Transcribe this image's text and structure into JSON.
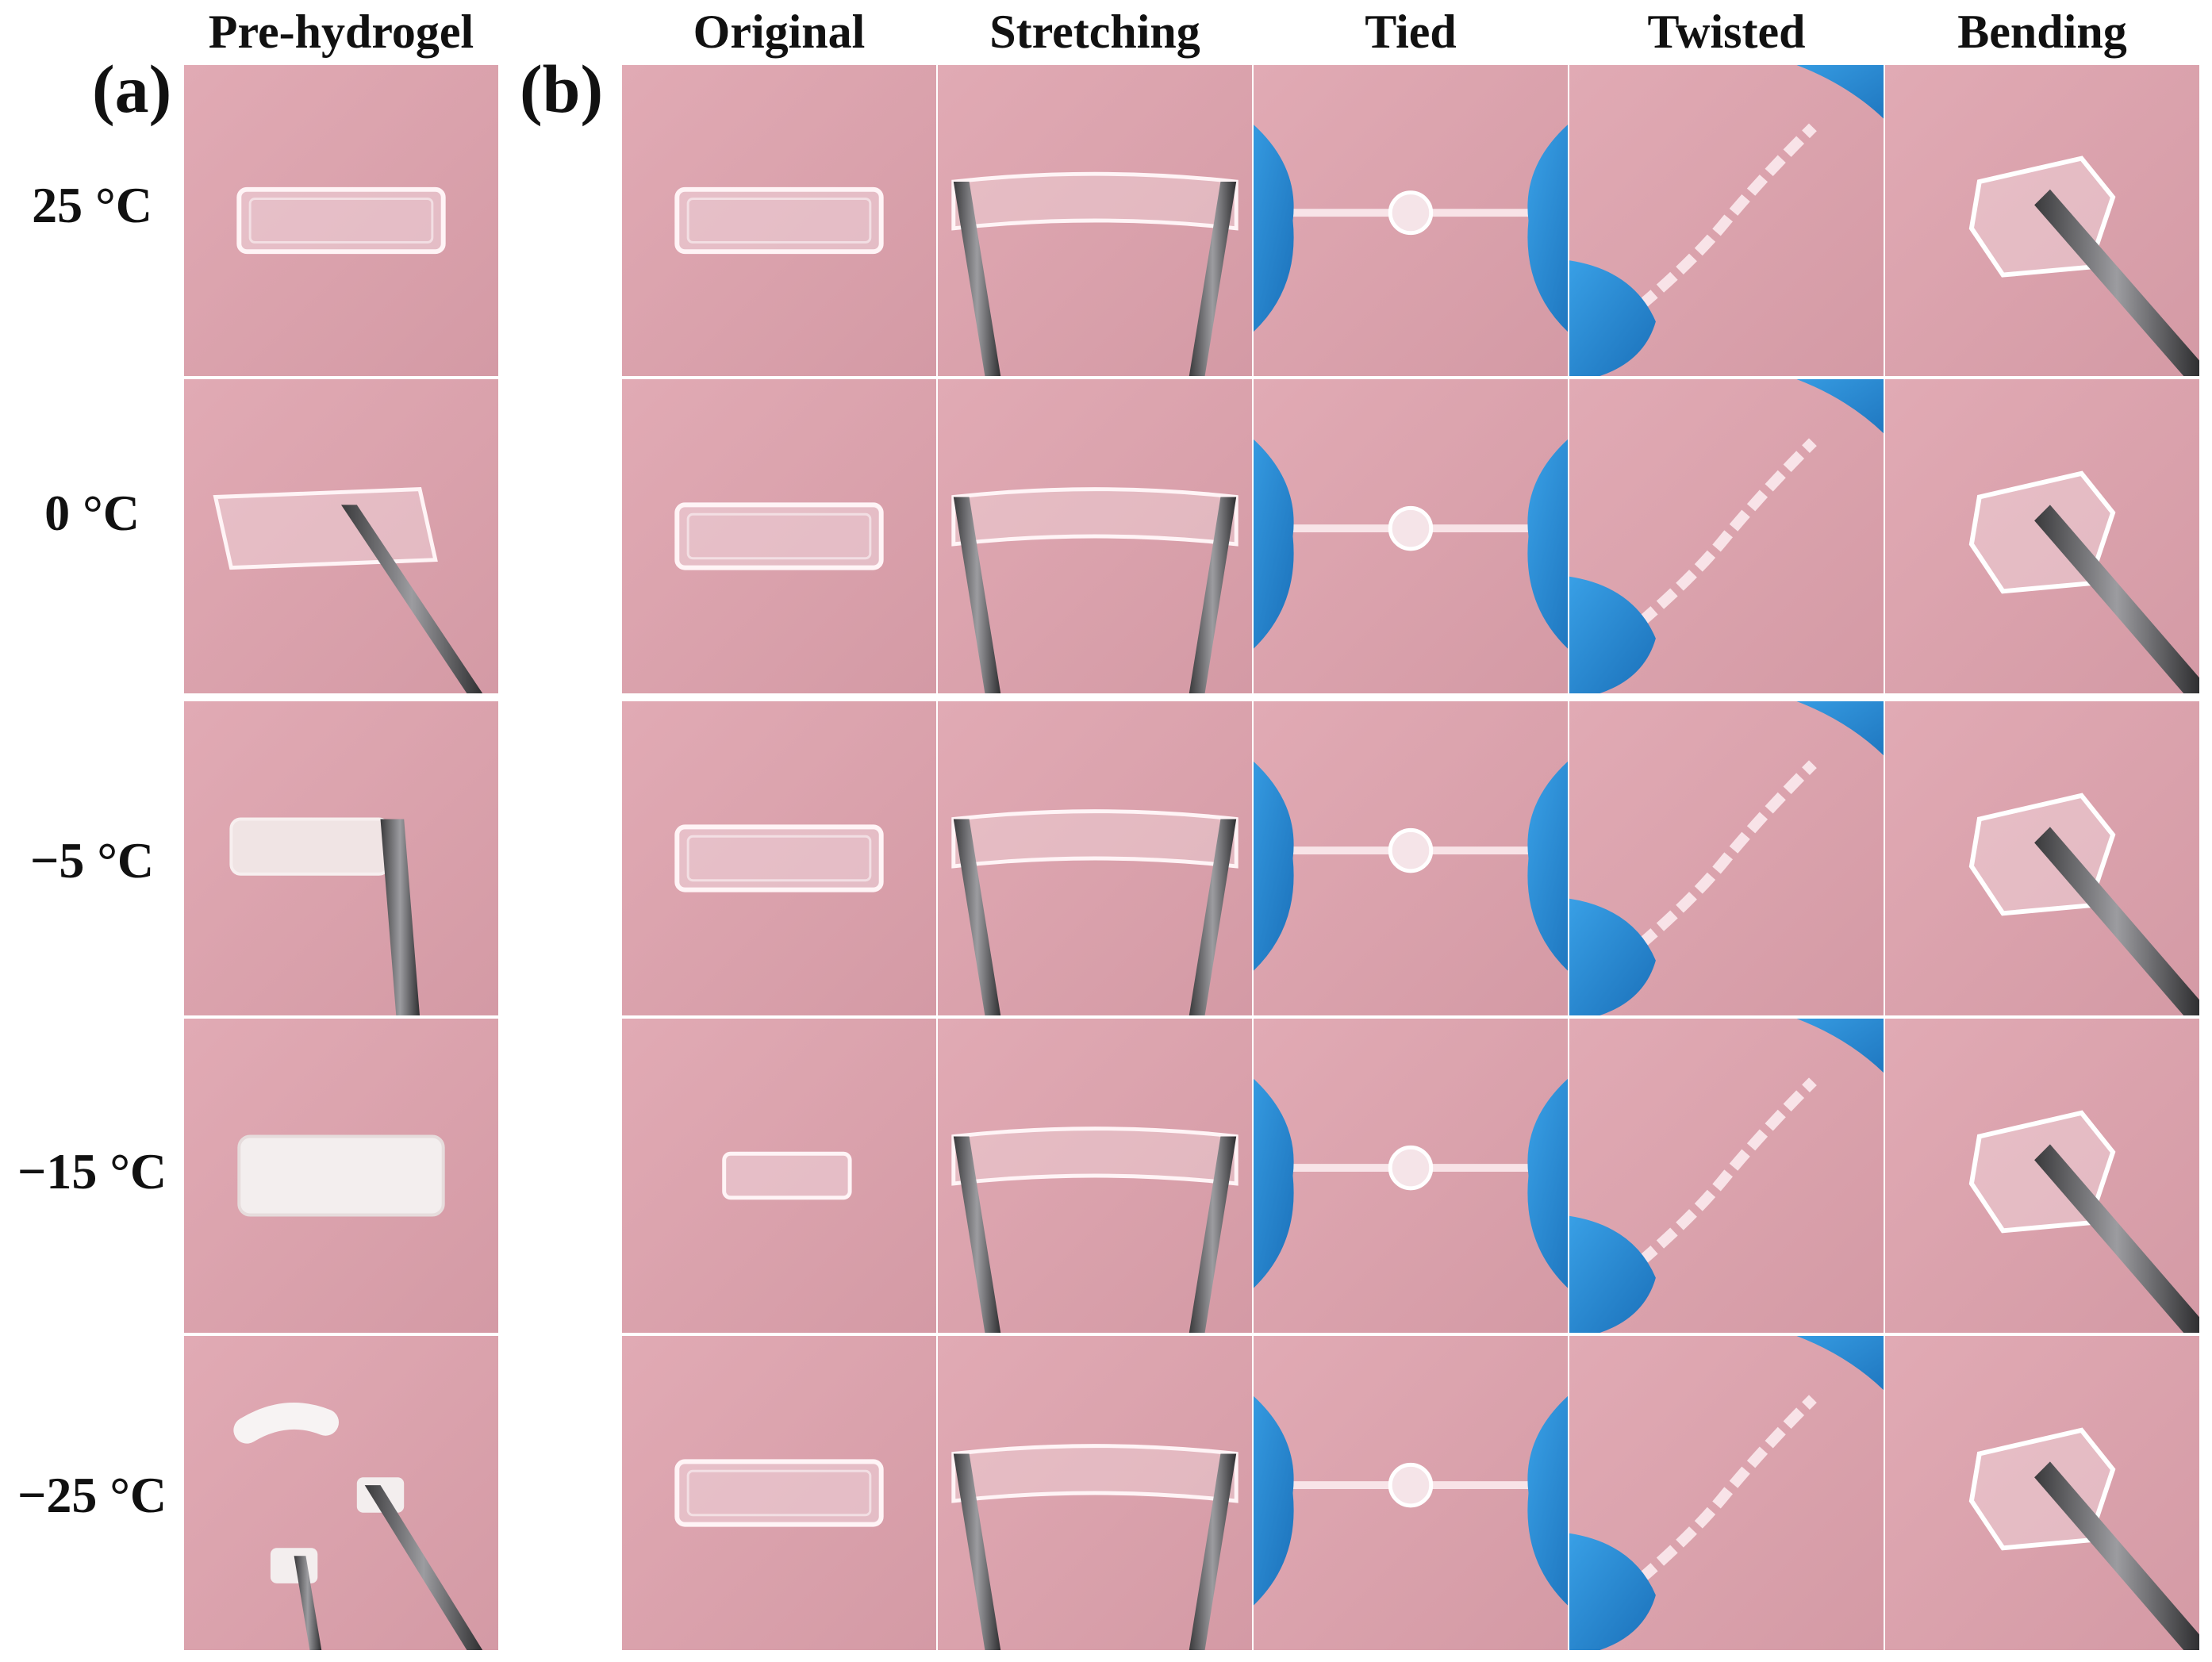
{
  "panel_a": {
    "letter": "(a)",
    "column_header": "Pre-hydrogel"
  },
  "panel_b": {
    "letter": "(b)",
    "column_headers": [
      "Original",
      "Stretching",
      "Tied",
      "Twisted",
      "Bending"
    ]
  },
  "temperatures": [
    "25 °C",
    "0 °C",
    "−5 °C",
    "−15 °C",
    "−25 °C"
  ],
  "colors": {
    "background_pink": "#d9a3ad",
    "glove_blue": "#2e8fd6",
    "tweezer_steel": "#5b5b5e",
    "frozen_gel_white": "#f1ecec"
  },
  "photo_grid": [
    [
      "clear gel strip",
      "clear gel strip",
      "gel stretched between tweezers",
      "knotted gel held by gloved hands",
      "twisted gel strip held by gloved hand",
      "bent gel held by tweezers"
    ],
    [
      "clear gel strip bent by tweezers",
      "clear gel strip",
      "gel stretched between tweezers",
      "knotted gel held by gloved hands",
      "twisted gel strip held by gloved hands",
      "bent gel held by tweezers"
    ],
    [
      "partly frozen gel held by tweezers",
      "clear gel strip",
      "gel stretched between tweezers",
      "knotted gel held by gloved hands",
      "twisted gel strip held by gloved hands",
      "bent gel held by tweezers"
    ],
    [
      "frozen white gel strip",
      "small clear gel strip",
      "gel stretched between tweezers",
      "knotted gel held by gloved hands",
      "twisted gel strip held by gloved hands",
      "bent gel held by tweezers"
    ],
    [
      "broken frozen gel pieces with tweezers",
      "clear gel strip",
      "gel stretched between tweezers",
      "knotted gel held by gloved hands",
      "twisted gel strip held by gloved hands",
      "bent gel held by tweezers"
    ]
  ]
}
